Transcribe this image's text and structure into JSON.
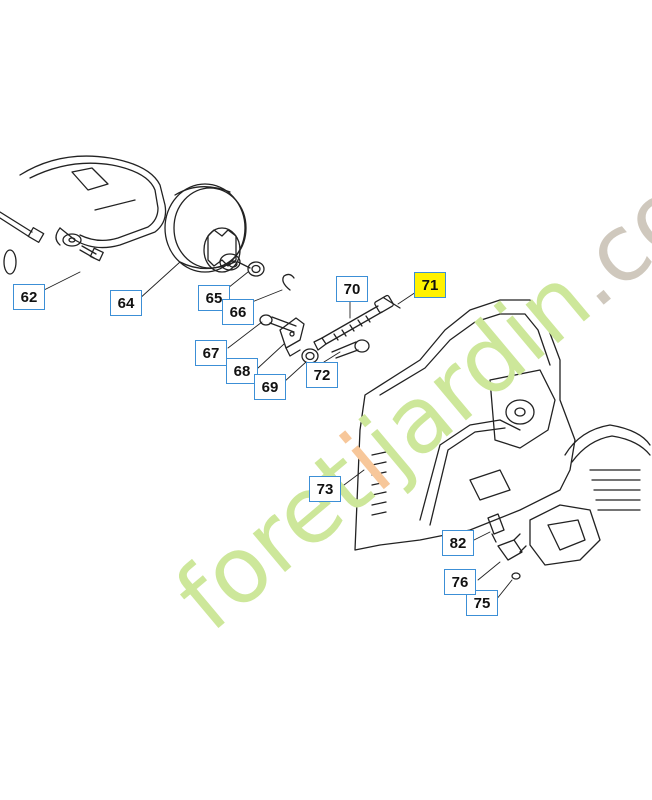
{
  "callouts": [
    {
      "id": "c62",
      "label": "62",
      "highlight": false
    },
    {
      "id": "c64",
      "label": "64",
      "highlight": false
    },
    {
      "id": "c65",
      "label": "65",
      "highlight": false
    },
    {
      "id": "c66",
      "label": "66",
      "highlight": false
    },
    {
      "id": "c67",
      "label": "67",
      "highlight": false
    },
    {
      "id": "c68",
      "label": "68",
      "highlight": false
    },
    {
      "id": "c69",
      "label": "69",
      "highlight": false
    },
    {
      "id": "c70",
      "label": "70",
      "highlight": false
    },
    {
      "id": "c71",
      "label": "71",
      "highlight": true
    },
    {
      "id": "c72",
      "label": "72",
      "highlight": false
    },
    {
      "id": "c73",
      "label": "73",
      "highlight": false
    },
    {
      "id": "c75",
      "label": "75",
      "highlight": false
    },
    {
      "id": "c76",
      "label": "76",
      "highlight": false
    },
    {
      "id": "c82",
      "label": "82",
      "highlight": false
    }
  ],
  "watermark": {
    "text_green": "foret",
    "text_orange": "i",
    "text_green2": "jardin",
    "text_grey": ".com",
    "color_green": "#cde79a",
    "color_orange": "#f7c79a",
    "color_grey": "#cfc8bd"
  },
  "colors": {
    "line": "#222222",
    "callout_border": "#3c8fd6",
    "highlight": "#fff200"
  }
}
